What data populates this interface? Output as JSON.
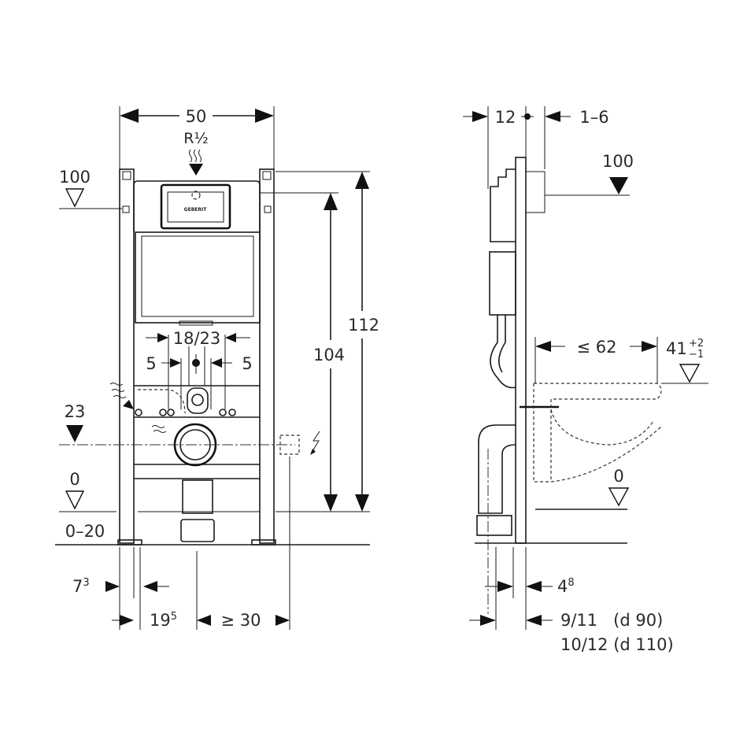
{
  "front_view": {
    "width": "50",
    "supply": "R½",
    "level_100": "100",
    "height_112": "112",
    "height_104": "104",
    "spacing": "18/23",
    "left_5": "5",
    "right_5": "5",
    "level_23": "23",
    "level_0": "0",
    "adjust_range": "0–20",
    "dim_7": "7",
    "dim_7_sup": "3",
    "dim_19": "19",
    "dim_19_sup": "5",
    "dim_30": "≥ 30",
    "brand": "GEBERIT"
  },
  "side_view": {
    "depth_12": "12",
    "plate_range": "1–6",
    "level_100": "100",
    "max_62": "≤ 62",
    "seat_height": "41",
    "seat_tol_plus": "+2",
    "seat_tol_minus": "−1",
    "level_0": "0",
    "dim_4": "4",
    "dim_4_sup": "8",
    "pipe_d90": "9/11   (d 90)",
    "pipe_d110": "10/12 (d 110)"
  },
  "icons": [
    "water-supply-icon",
    "electrical-icon",
    "level-marker-icon"
  ]
}
